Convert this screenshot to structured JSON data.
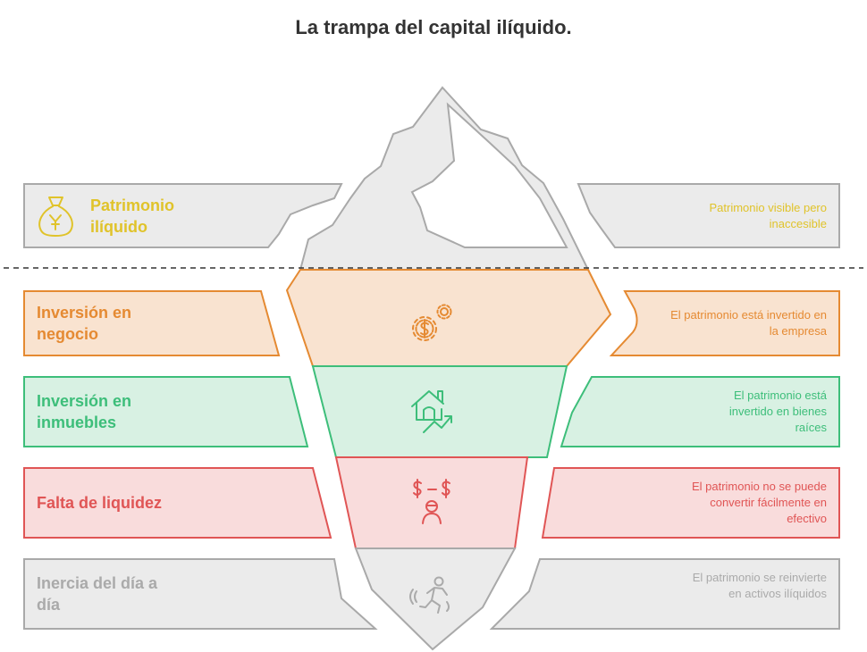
{
  "title": "La trampa del capital ilíquido.",
  "colors": {
    "yellow": "#e0c32a",
    "orange": "#e58a32",
    "green": "#3dbe7a",
    "red": "#e05555",
    "gray": "#aaaaaa",
    "ice": "#ebebeb",
    "ice_stroke": "#a9a9a9"
  },
  "levels": [
    {
      "id": "patrimonio",
      "label": "Patrimonio ilíquido",
      "description": "Patrimonio visible pero inaccesible",
      "icon": "money-bag-icon"
    },
    {
      "id": "negocio",
      "label": "Inversión en negocio",
      "description": "El patrimonio está invertido en la empresa",
      "icon": "gears-dollar-icon"
    },
    {
      "id": "inmuebles",
      "label": "Inversión en inmuebles",
      "description": "El patrimonio está invertido en bienes raíces",
      "icon": "house-growth-icon"
    },
    {
      "id": "liquidez",
      "label": "Falta de liquidez",
      "description": "El patrimonio no se puede convertir fácilmente en efectivo",
      "icon": "cash-shortage-icon"
    },
    {
      "id": "inercia",
      "label": "Inercia del día a día",
      "description": "El patrimonio se reinvierte en activos ilíquidos",
      "icon": "running-person-icon"
    }
  ]
}
